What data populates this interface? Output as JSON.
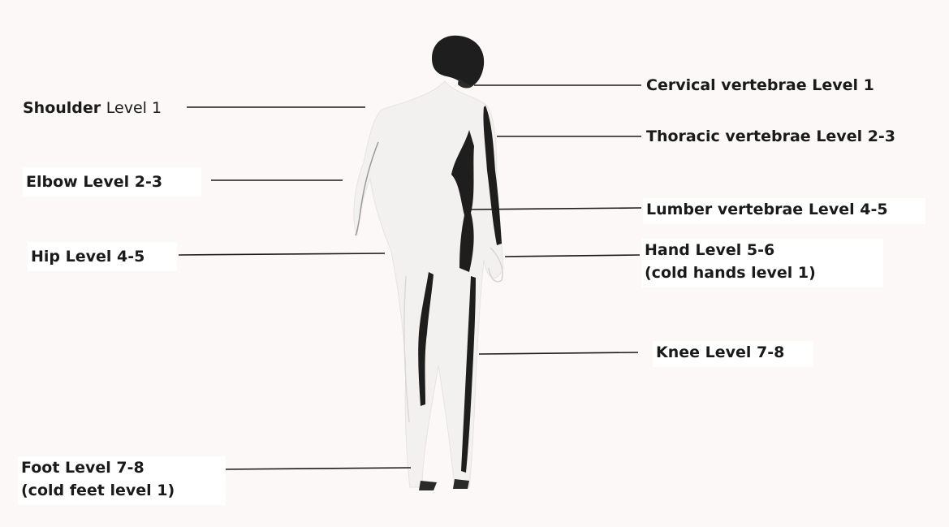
{
  "labels": {
    "shoulder": {
      "part": "Shoulder",
      "level": "Level 1"
    },
    "elbow": {
      "part": "Elbow",
      "level": "Level 2-3"
    },
    "hip": {
      "part": "Hip",
      "level": "Level 4-5"
    },
    "foot": {
      "part": "Foot",
      "level": "Level 7-8",
      "note": "(cold feet level 1)"
    },
    "cervical": {
      "part": "Cervical vertebrae",
      "level": "Level 1"
    },
    "thoracic": {
      "part": "Thoracic vertebrae",
      "level": "Level 2-3"
    },
    "lumber": {
      "part": "Lumber vertebrae",
      "level": "Level 4-5"
    },
    "hand": {
      "part": "Hand",
      "level": "Level 5-6",
      "note": "(cold hands level 1)"
    },
    "knee": {
      "part": "Knee",
      "level": "Level 7-8"
    }
  },
  "colors": {
    "background": "#fbf8f7",
    "text": "#1a1a1a",
    "figure_shadow": "#1e1e1e",
    "figure_skin": "#f3f1f0"
  }
}
